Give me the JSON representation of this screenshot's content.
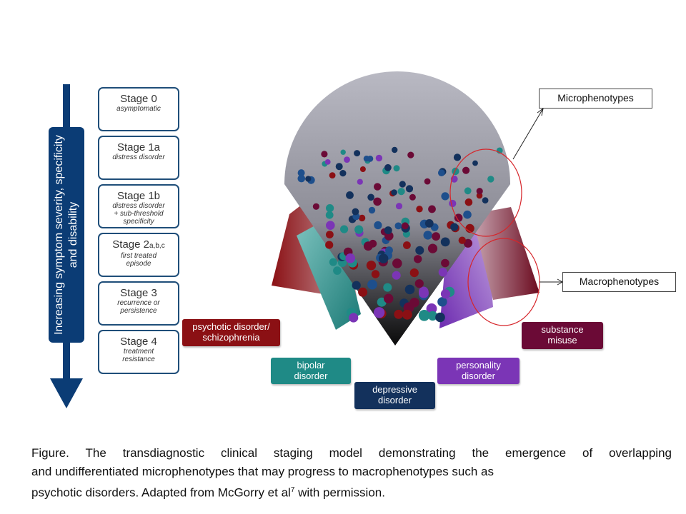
{
  "axis_label": "Increasing symptom severity, specificity and disability",
  "stages": [
    {
      "title": "Stage 0",
      "desc": [
        "asymptomatic"
      ]
    },
    {
      "title": "Stage 1a",
      "desc": [
        "distress disorder"
      ]
    },
    {
      "title": "Stage 1b",
      "desc": [
        "distress disorder",
        "+ sub-threshold",
        "specificity"
      ]
    },
    {
      "title": "Stage 2",
      "sub": "a,b,c",
      "desc": [
        "first treated",
        "episode"
      ]
    },
    {
      "title": "Stage 3",
      "desc": [
        "recurrence or",
        "persistence"
      ]
    },
    {
      "title": "Stage 4",
      "desc": [
        "treatment",
        "resistance"
      ]
    }
  ],
  "disorders": [
    {
      "label": [
        "psychotic disorder/",
        "schizophrenia"
      ],
      "color": "#8b1014"
    },
    {
      "label": [
        "bipolar",
        "disorder"
      ],
      "color": "#1f8a86"
    },
    {
      "label": [
        "depressive",
        "disorder"
      ],
      "color": "#13315c"
    },
    {
      "label": [
        "personality",
        "disorder"
      ],
      "color": "#7b35b6"
    },
    {
      "label": [
        "substance",
        "misuse"
      ],
      "color": "#6b0a36"
    }
  ],
  "callouts": {
    "micro": "Microphenotypes",
    "macro": "Macrophenotypes"
  },
  "caption": {
    "line1": "Figure. The transdiagnostic clinical staging model demonstrating the emergence of overlapping",
    "line2": "and undifferentiated microphenotypes that may progress to macrophenotypes such as",
    "line3": "psychotic disorders. Adapted from McGorry et al",
    "sup": "7",
    "line3b": " with permission."
  }
}
